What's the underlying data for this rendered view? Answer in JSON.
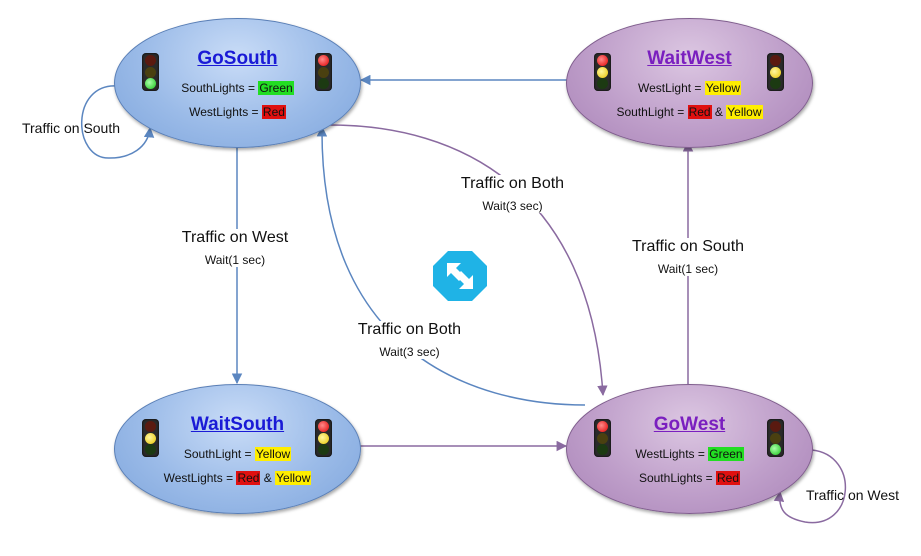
{
  "states": {
    "gosouth": {
      "title": "GoSouth",
      "line1_label": "SouthLights = ",
      "line1_value": "Green",
      "line2_label": "WestLights = ",
      "line2_value": "Red"
    },
    "waitwest": {
      "title": "WaitWest",
      "line1_label": "WestLight = ",
      "line1_value": "Yellow",
      "line2_label": "SouthLight = ",
      "line2_value": "Red",
      "line2_joiner": " & ",
      "line2_value2": "Yellow"
    },
    "waitsouth": {
      "title": "WaitSouth",
      "line1_label": "SouthLight = ",
      "line1_value": "Yellow",
      "line2_label": "WestLights = ",
      "line2_value": "Red",
      "line2_joiner": " & ",
      "line2_value2": "Yellow"
    },
    "gowest": {
      "title": "GoWest",
      "line1_label": "WestLights = ",
      "line1_value": "Green",
      "line2_label": "SouthLights = ",
      "line2_value": "Red"
    }
  },
  "transitions": {
    "self_south": {
      "label": "Traffic on South"
    },
    "gosouth_to_waitsouth": {
      "label": "Traffic on West",
      "sub": "Wait(1 sec)"
    },
    "gosouth_to_gowest": {
      "label": "Traffic on Both",
      "sub": "Wait(3 sec)"
    },
    "gowest_to_gosouth": {
      "label": "Traffic on Both",
      "sub": "Wait(3 sec)"
    },
    "gowest_to_waitwest": {
      "label": "Traffic on South",
      "sub": "Wait(1 sec)"
    },
    "self_west": {
      "label": "Traffic on West"
    }
  },
  "colors": {
    "blue_edge": "#5b86c0",
    "purple_edge": "#8a6aa0",
    "logo": "#1fb3e6"
  },
  "icons": [
    "traffic-light-icon",
    "workflow-logo-icon"
  ]
}
